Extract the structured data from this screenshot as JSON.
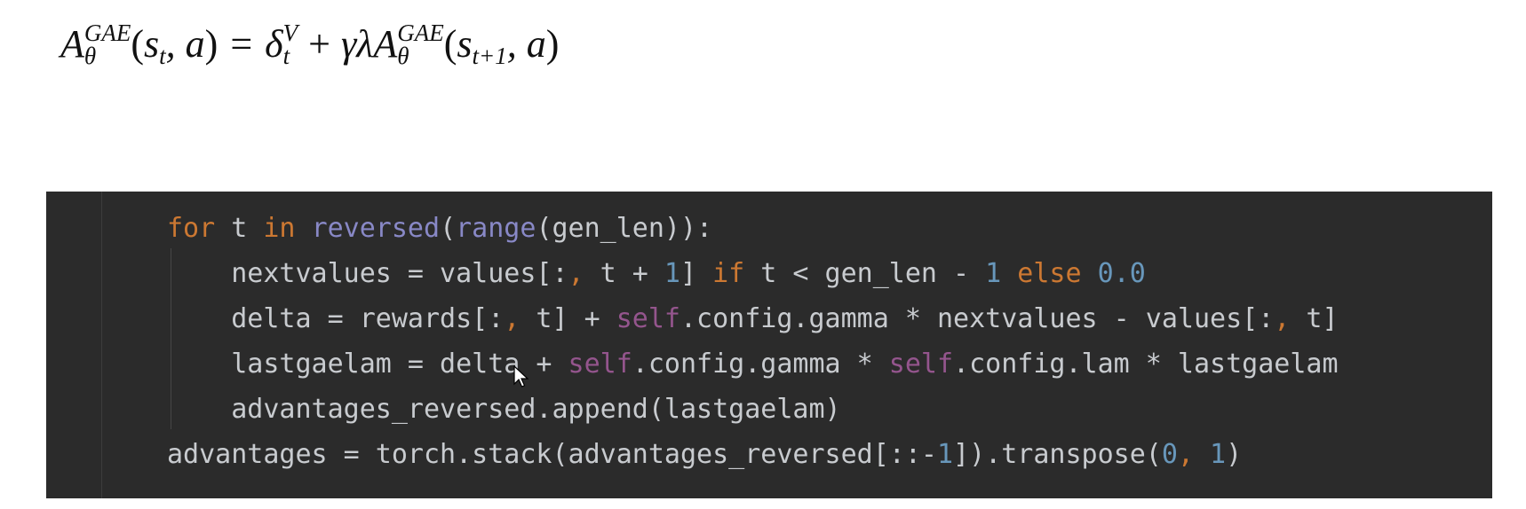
{
  "formula": {
    "A_base": "A",
    "A_sup": "GAE",
    "A_sub": "θ",
    "open_paren": "(",
    "s_symbol": "s",
    "s_sub_1": "t",
    "comma_a": ", a",
    "close_paren": ")",
    "equals": "=",
    "delta": "δ",
    "delta_sup": "V",
    "delta_sub": "t",
    "plus": "+",
    "gamma_lambda": "γλ",
    "A2_base": "A",
    "A2_sup": "GAE",
    "A2_sub": "θ",
    "open_paren_2": "(",
    "s_symbol_2": "s",
    "s_sub_2": "t+1",
    "comma_a_2": ", a",
    "close_paren_2": ")"
  },
  "code": {
    "lines": [
      [
        {
          "text": "for",
          "kind": "kw"
        },
        {
          "text": " t ",
          "kind": "plain"
        },
        {
          "text": "in",
          "kind": "kw"
        },
        {
          "text": " ",
          "kind": "plain"
        },
        {
          "text": "reversed",
          "kind": "bi"
        },
        {
          "text": "(",
          "kind": "plain"
        },
        {
          "text": "range",
          "kind": "bi"
        },
        {
          "text": "(gen_len)):",
          "kind": "plain"
        }
      ],
      [
        {
          "text": "    nextvalues = values[:",
          "kind": "plain"
        },
        {
          "text": ",",
          "kind": "pun"
        },
        {
          "text": " t + ",
          "kind": "plain"
        },
        {
          "text": "1",
          "kind": "num"
        },
        {
          "text": "] ",
          "kind": "plain"
        },
        {
          "text": "if",
          "kind": "kw"
        },
        {
          "text": " t < gen_len - ",
          "kind": "plain"
        },
        {
          "text": "1",
          "kind": "num"
        },
        {
          "text": " ",
          "kind": "plain"
        },
        {
          "text": "else",
          "kind": "kw"
        },
        {
          "text": " ",
          "kind": "plain"
        },
        {
          "text": "0.0",
          "kind": "num"
        }
      ],
      [
        {
          "text": "    delta = rewards[:",
          "kind": "plain"
        },
        {
          "text": ",",
          "kind": "pun"
        },
        {
          "text": " t] + ",
          "kind": "plain"
        },
        {
          "text": "self",
          "kind": "slf"
        },
        {
          "text": ".config.gamma * nextvalues - values[:",
          "kind": "plain"
        },
        {
          "text": ",",
          "kind": "pun"
        },
        {
          "text": " t]",
          "kind": "plain"
        }
      ],
      [
        {
          "text": "    lastgaelam = delta + ",
          "kind": "plain"
        },
        {
          "text": "self",
          "kind": "slf"
        },
        {
          "text": ".config.gamma * ",
          "kind": "plain"
        },
        {
          "text": "self",
          "kind": "slf"
        },
        {
          "text": ".config.lam * lastgaelam",
          "kind": "plain"
        }
      ],
      [
        {
          "text": "    advantages_reversed.append(lastgaelam)",
          "kind": "plain"
        }
      ],
      [
        {
          "text": "advantages = torch.stack(advantages_reversed[::-",
          "kind": "plain"
        },
        {
          "text": "1",
          "kind": "num"
        },
        {
          "text": "]).transpose(",
          "kind": "plain"
        },
        {
          "text": "0",
          "kind": "num"
        },
        {
          "text": ",",
          "kind": "pun"
        },
        {
          "text": " ",
          "kind": "plain"
        },
        {
          "text": "1",
          "kind": "num"
        },
        {
          "text": ")",
          "kind": "plain"
        }
      ]
    ]
  },
  "colors": {
    "panel_bg": "#2b2b2b",
    "keyword": "#cc7832",
    "builtin": "#8888c6",
    "number": "#6897bb",
    "self": "#94558d",
    "text": "#c8cbcf"
  },
  "icons": {
    "cursor": "mouse-pointer-icon"
  }
}
